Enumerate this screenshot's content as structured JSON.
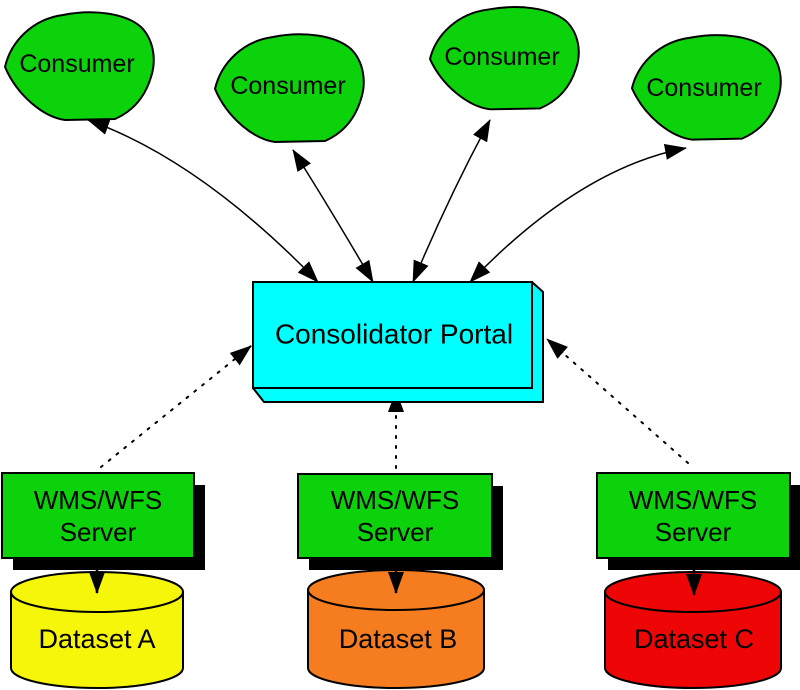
{
  "diagram": {
    "consumers": [
      {
        "label": "Consumer"
      },
      {
        "label": "Consumer"
      },
      {
        "label": "Consumer"
      },
      {
        "label": "Consumer"
      }
    ],
    "portal": {
      "label": "Consolidator Portal"
    },
    "servers": [
      {
        "line1": "WMS/WFS",
        "line2": "Server"
      },
      {
        "line1": "WMS/WFS",
        "line2": "Server"
      },
      {
        "line1": "WMS/WFS",
        "line2": "Server"
      }
    ],
    "datasets": [
      {
        "label": "Dataset A"
      },
      {
        "label": "Dataset B"
      },
      {
        "label": "Dataset C"
      }
    ],
    "colors": {
      "node_green": "#0BD20B",
      "portal_cyan": "#00FFFF",
      "dataset_a": "#F6F60A",
      "dataset_b": "#F57C1F",
      "dataset_c": "#EE0505",
      "outline": "#000000",
      "background": "#FFFFFF"
    }
  }
}
